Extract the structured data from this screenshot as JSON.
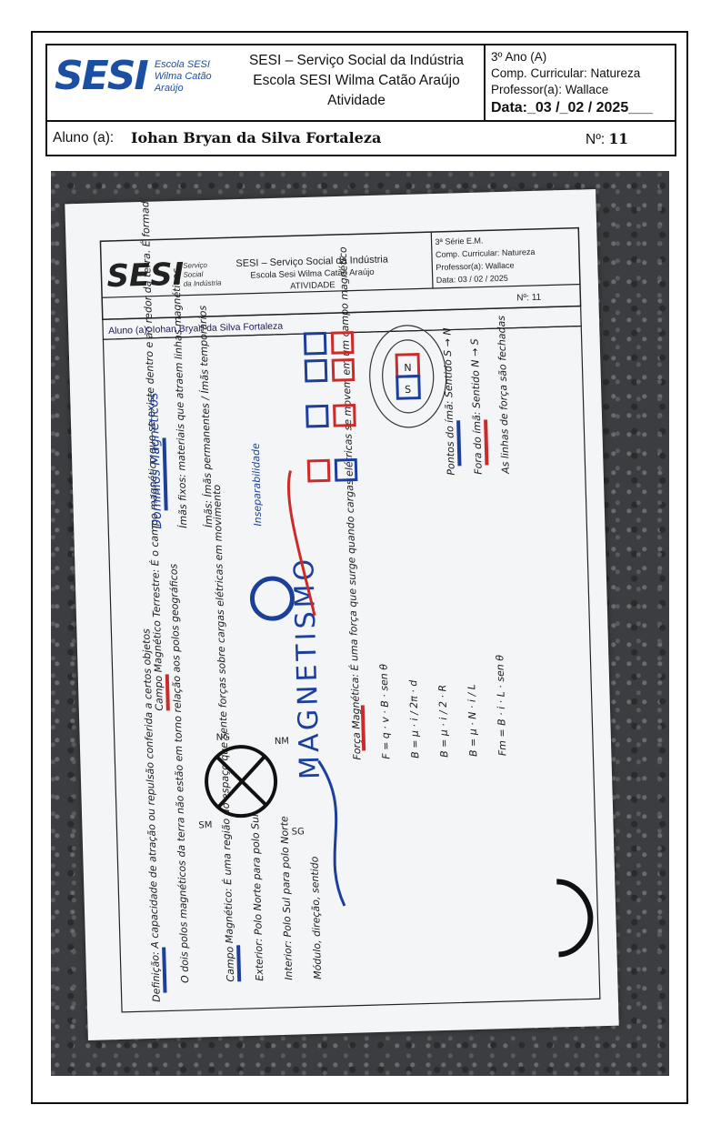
{
  "header": {
    "logo_text": "SESI",
    "logo_sub": [
      "Escola SESI",
      "Wilma Catão",
      "Araújo"
    ],
    "title_lines": [
      "SESI – Serviço Social da Indústria",
      "Escola SESI Wilma Catão Araújo",
      "Atividade"
    ],
    "grade": "3º Ano (A)",
    "subject": "Comp. Curricular: Natureza",
    "teacher": "Professor(a):  Wallace",
    "date": "Data:_03 /_02 / 2025___"
  },
  "student": {
    "label": "Aluno (a):",
    "name": "Iohan Bryan da Silva Fortaleza",
    "number_label": "Nº:",
    "number": "11"
  },
  "photo": {
    "sheet_logo": "SESI",
    "sheet_logo_sub": [
      "Serviço",
      "Social",
      "da Indústria"
    ],
    "sheet_title": [
      "SESI – Serviço Social da Indústria",
      "Escola Sesi Wilma Catão Araújo",
      "ATIVIDADE"
    ],
    "sheet_info": [
      "3ª Série E.M.",
      "Comp. Curricular: Natureza",
      "Professor(a): Wallace",
      "Data: 03 / 02 / 2025"
    ],
    "sheet_number": "Nº: 11",
    "sheet_student": "Aluno (a): Iohan Bryan da Silva Fortaleza",
    "center_word": "MAGNETISMO",
    "notes": [
      "Definição: A capacidade de atração ou repulsão conferida a certos objetos",
      "O dois polos magnéticos da terra não estão em torno relação aos polos geográficos",
      "Campo Magnético Terrestre: É o campo magnético que se existe dentro e ao redor da terra. É formado por polo norte e um polo sul magnético",
      "Domínios Magnéticos",
      "Ímãs fixos: materiais que atraem linhas magnéticas",
      "Ímãs: Ímãs permanentes / Ímãs temporários",
      "Inseparabilidade",
      "Pontos do ímã: Sentido S → N",
      "Fora do ímã: Sentido N → S",
      "As linhas de força são fechadas",
      "Campo Magnético: É uma região do espaço que sente forças sobre cargas elétricas em movimento",
      "Exterior: Polo Norte para polo Sul",
      "Interior: Polo Sul para polo Norte",
      "Módulo, direção, sentido",
      "Força Magnética: É uma força que surge quando cargas elétricas se movem em um campo magnético",
      "F = q · v · B · sen θ",
      "B = μ · i / 2π · d",
      "B = μ · i / 2 · R",
      "B = μ · N · i / L",
      "Fm = B · i · L · sen θ"
    ],
    "labels": {
      "ng": "NG",
      "sg": "SG",
      "nm": "NM",
      "sm": "SM",
      "n": "N",
      "s": "S"
    }
  }
}
